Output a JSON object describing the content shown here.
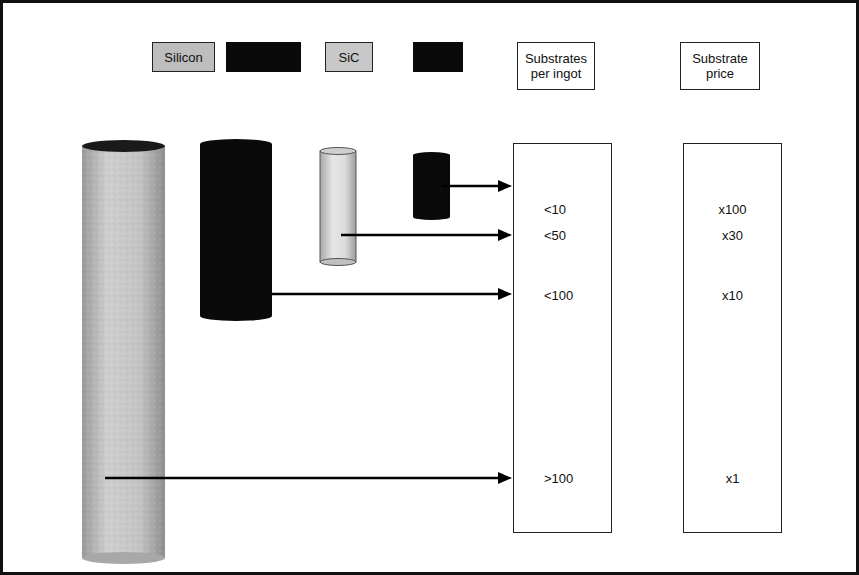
{
  "diagram": {
    "nodes": [
      {
        "text": [
          "Silicon"
        ]
      },
      {
        "text": [
          "SiC"
        ]
      },
      {
        "text": [
          "Substrates per ingot"
        ]
      },
      {
        "text": [
          "<10",
          "<50",
          "<100",
          ">100"
        ]
      },
      {
        "text": [
          "Substrate price"
        ]
      },
      {
        "text": [
          "x100",
          "x30",
          "x10",
          "x1"
        ]
      }
    ]
  }
}
